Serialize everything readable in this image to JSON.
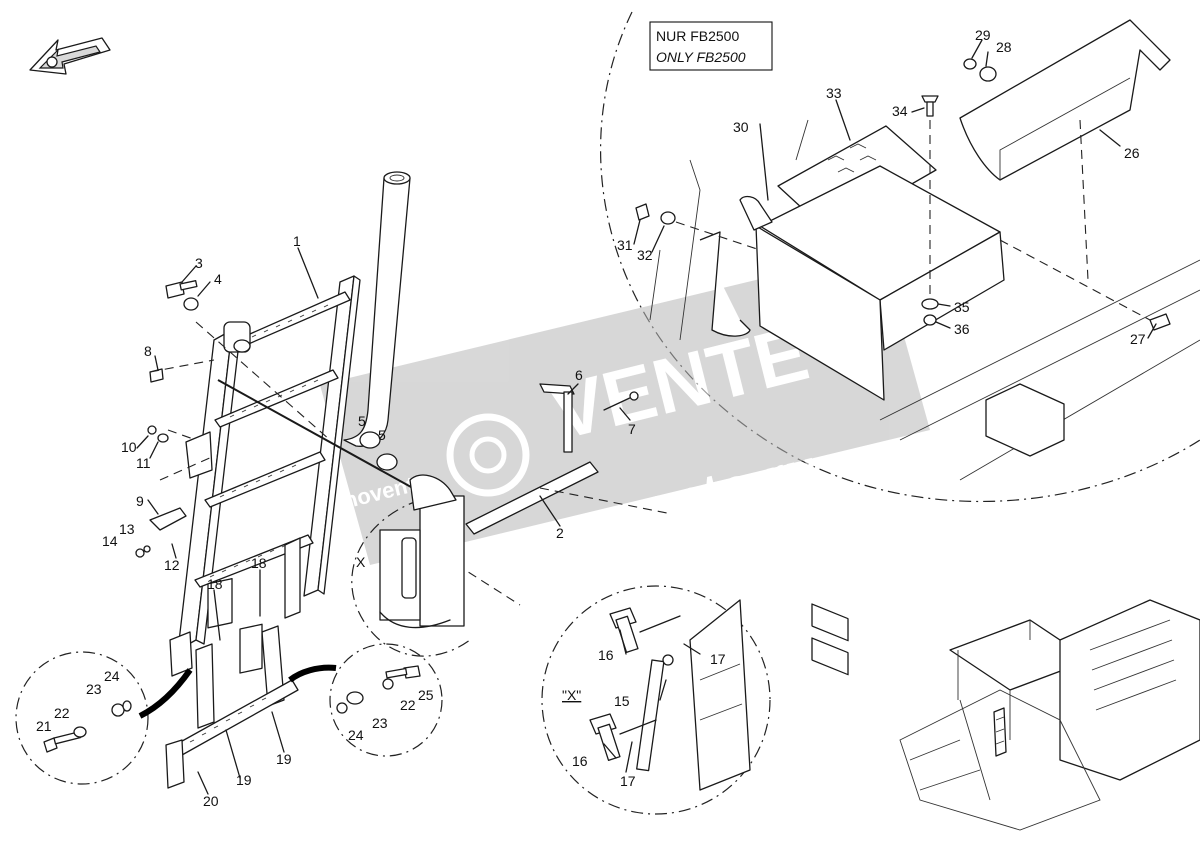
{
  "note": {
    "line1": "NUR FB2500",
    "line2": "ONLY FB2500"
  },
  "detail_x_label": "X",
  "detail_x_title": "\"X\"",
  "watermark": {
    "text1": "VENTE",
    "text2": "movente.ru",
    "text3": "movente"
  },
  "callouts": [
    "1",
    "2",
    "3",
    "4",
    "5",
    "5",
    "6",
    "7",
    "8",
    "9",
    "10",
    "11",
    "12",
    "13",
    "14",
    "15",
    "16",
    "16",
    "17",
    "17",
    "18",
    "18",
    "19",
    "19",
    "20",
    "21",
    "22",
    "22",
    "23",
    "23",
    "24",
    "24",
    "25",
    "26",
    "27",
    "28",
    "29",
    "30",
    "31",
    "32",
    "33",
    "34",
    "35",
    "36"
  ]
}
